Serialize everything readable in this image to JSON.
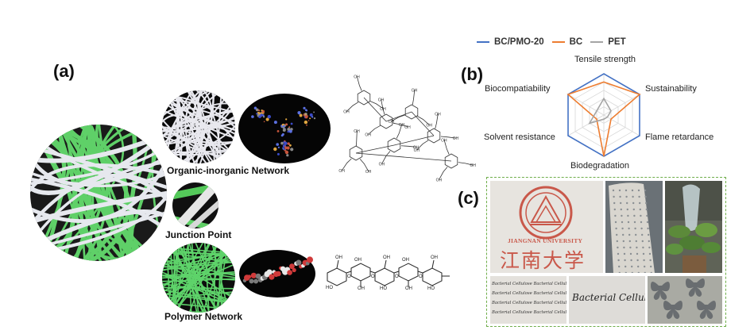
{
  "panels": {
    "a": "(a)",
    "b": "(b)",
    "c": "(c)"
  },
  "networks": {
    "organic_inorganic": "Organic-inorganic Network",
    "junction": "Junction Point",
    "polymer": "Polymer Network"
  },
  "chart_data": {
    "type": "radar",
    "axes": [
      "Tensile strength",
      "Sustainability",
      "Flame retardance",
      "Biodegradation",
      "Solvent resistance",
      "Biocompatiability"
    ],
    "series": [
      {
        "name": "BC/PMO-20",
        "color": "#4472c4",
        "values": [
          5,
          5,
          5,
          5,
          5,
          5
        ]
      },
      {
        "name": "BC",
        "color": "#ed7d31",
        "values": [
          4,
          5,
          1,
          5,
          1,
          5
        ]
      },
      {
        "name": "PET",
        "color": "#a5a5a5",
        "values": [
          2,
          1,
          0.5,
          0.5,
          2,
          1
        ]
      }
    ],
    "rmax": 5,
    "grid_levels": 5,
    "legend_position": "top"
  },
  "photos": {
    "logo_text": "JIANGNAN UNIVERSITY",
    "logo_chars": "江南大学",
    "bc_lines": [
      "Bacterial Cellulose Bacterial Cellulose",
      "Bacterial Cellulose Bacterial Cellulose",
      "Bacterial Cellulose Bacterial Cellulose",
      "Bacterial Cellulose Bacterial Cellulose"
    ],
    "handwriting": "Bacterial Cellulose"
  }
}
